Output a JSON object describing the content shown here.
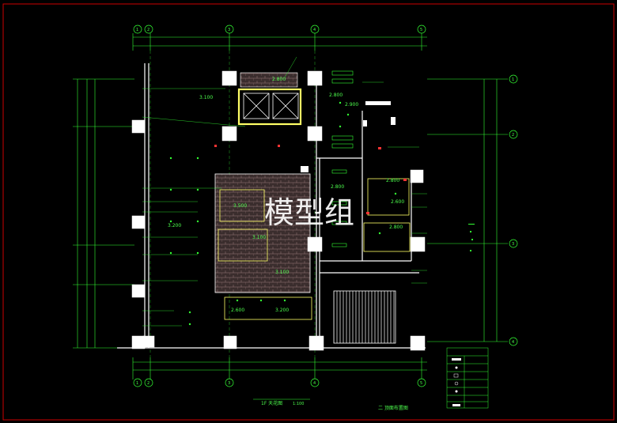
{
  "drawing": {
    "axes_top": [
      "1",
      "2",
      "3",
      "4",
      "5"
    ],
    "axes_bottom": [
      "1",
      "2",
      "3",
      "4",
      "5"
    ],
    "axes_right": [
      "1",
      "2",
      "3",
      "4"
    ],
    "elevations": [
      "2.800",
      "2.800",
      "2.900",
      "3.100",
      "3.200",
      "3.500",
      "3.100",
      "3.100",
      "2.800",
      "2.800",
      "2.600",
      "2.800",
      "2.600",
      "3.200"
    ],
    "title_left": "1F 天花图",
    "scale": "1:100",
    "title_center": "二 顶面布置图"
  },
  "watermark": "模型组",
  "colors": {
    "background": "#000000",
    "border": "#cc0000",
    "lines": "#33ff33",
    "walls": "#ffffff",
    "fixtures": "#ffff66",
    "hatch": "#9a7a7a",
    "accent_red": "#ff3333"
  }
}
